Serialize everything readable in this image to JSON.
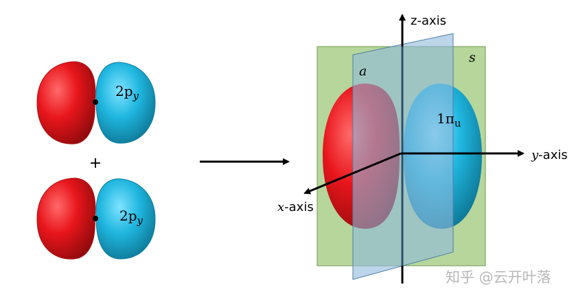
{
  "colors": {
    "lobe_red": "#e8161c",
    "lobe_blue": "#1fb6df",
    "plane_s": "#a9cf8a",
    "plane_a": "#8fb9dc",
    "axis": "#000000",
    "watermark": "#b8b8b8"
  },
  "left": {
    "orbital_top_label": {
      "base": "2p",
      "sub": "y"
    },
    "plus": "+",
    "orbital_bottom_label": {
      "base": "2p",
      "sub": "y"
    }
  },
  "right": {
    "z_axis_label": "z-axis",
    "y_axis_label": {
      "var": "y",
      "rest": "-axis"
    },
    "x_axis_label": {
      "var": "x",
      "rest": "-axis"
    },
    "plane_s_label": "s",
    "plane_a_label": "a",
    "mo_label": {
      "base": "1π",
      "sub": "u"
    }
  },
  "watermark": "知乎 @云开叶落"
}
